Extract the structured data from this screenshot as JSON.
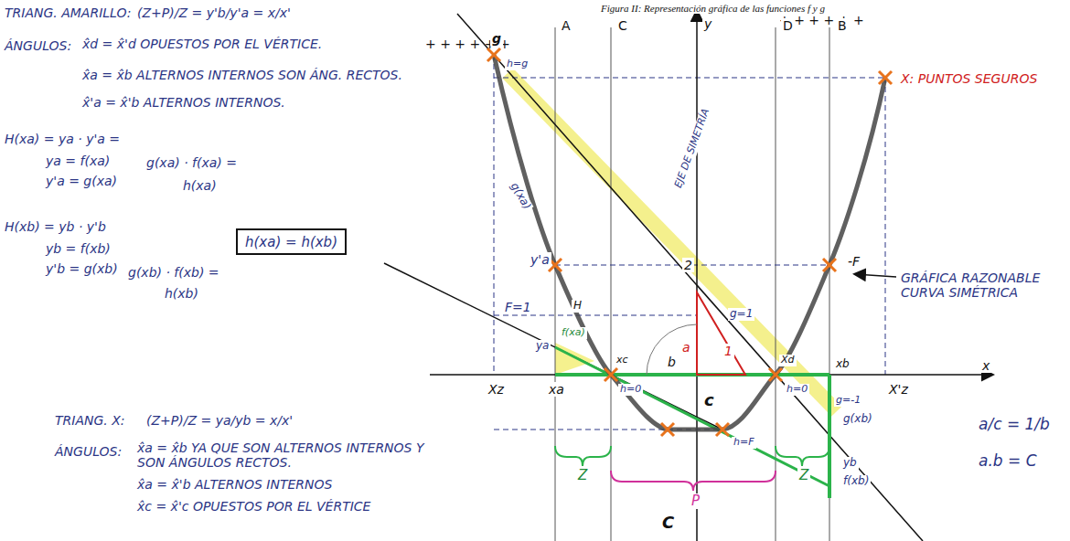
{
  "diagram": {
    "title": "Figura II: Representación gráfica de las funciones f y g",
    "nodes": [
      {
        "text": [
          "h(xa) = h(xb)"
        ]
      }
    ],
    "labels": [
      "TRIANG. AMARILLO:",
      "(Z+P)/Z = y'b/y'a = x/x'",
      "ÁNGULOS:",
      "x̂d = x̂'d OPUESTOS POR EL VÉRTICE.",
      "x̂a = x̂b ALTERNOS INTERNOS SON ÁNG. RECTOS.",
      "x̂'a = x̂'b ALTERNOS INTERNOS.",
      "H(xa) = ya · y'a =",
      "ya = f(xa)",
      "y'a = g(xa)",
      "g(xa) · f(xa) =",
      "h(xa)",
      "H(xb) = yb · y'b",
      "yb = f(xb)",
      "y'b = g(xb)",
      "g(xb) · f(xb) =",
      "h(xb)",
      "TRIANG. X:",
      "(Z+P)/Z = ya/yb = x/x'",
      "ÁNGULOS:",
      "x̂a = x̂b YA QUE SON ALTERNOS INTERNOS Y SON ÁNGULOS RECTOS.",
      "x̂a = x̂'b ALTERNOS INTERNOS",
      "x̂c = x̂'c OPUESTOS POR EL VÉRTICE",
      "+ + + + + +",
      "+ + + + + +",
      "g",
      "h=g",
      "A",
      "C",
      "y",
      "D",
      "B",
      "X: PUNTOS SEGUROS",
      "EJE DE SIMETRÍA",
      "2",
      "F=1",
      "g=1",
      "-F",
      "GRÁFICA RAZONABLE CURVA SIMÉTRICA",
      "a",
      "1",
      "b",
      "c",
      "Xz",
      "xa",
      "xc",
      "h=0",
      "Xd",
      "h=0",
      "xb",
      "X'z",
      "x",
      "g=-1",
      "g(xa)",
      "y'a",
      "H",
      "ya",
      "f(xa)",
      "g(xb)",
      "yb",
      "f(xb)",
      "h=F",
      "Z",
      "Z",
      "P",
      "C",
      "a/c = 1/b",
      "a.b = C"
    ]
  }
}
